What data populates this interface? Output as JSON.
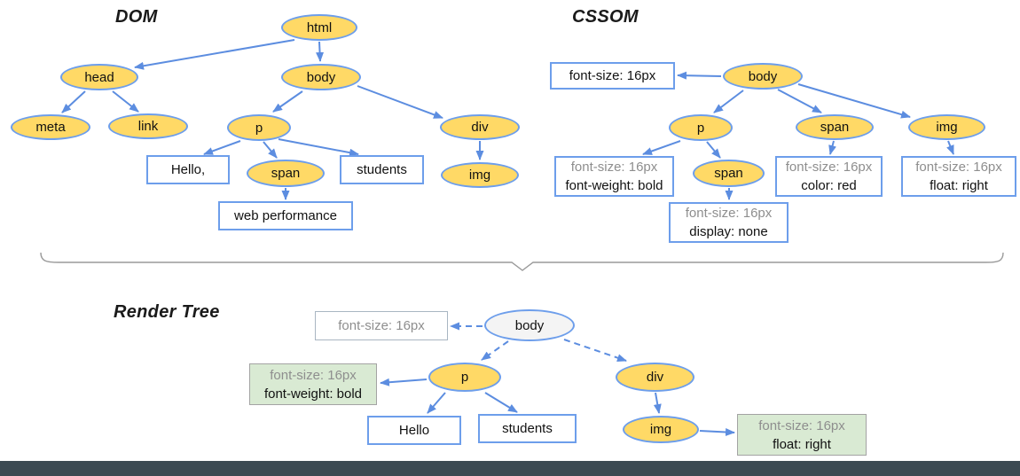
{
  "colors": {
    "node_fill": "#ffd966",
    "node_border": "#6d9eeb",
    "arrow_blue": "#5c8de0",
    "green_box_fill": "#d9ead3",
    "muted_text": "#8e8e8e",
    "footer_band": "#3c4a52"
  },
  "titles": {
    "dom": "DOM",
    "cssom": "CSSOM",
    "render_tree": "Render Tree"
  },
  "dom": {
    "nodes": {
      "html": "html",
      "head": "head",
      "body": "body",
      "meta": "meta",
      "link": "link",
      "p": "p",
      "div": "div",
      "span": "span",
      "img": "img"
    },
    "text_nodes": {
      "hello": "Hello,",
      "students": "students",
      "web_performance": "web performance"
    }
  },
  "cssom": {
    "nodes": {
      "body": "body",
      "p": "p",
      "span": "span",
      "span_child": "span",
      "img": "img"
    },
    "style_boxes": {
      "body": [
        "font-size: 16px"
      ],
      "p": [
        "font-size: 16px",
        "font-weight: bold"
      ],
      "span": [
        "font-size: 16px",
        "color: red"
      ],
      "img": [
        "font-size: 16px",
        "float: right"
      ],
      "span_child": [
        "font-size: 16px",
        "display: none"
      ]
    }
  },
  "render_tree": {
    "nodes": {
      "body": "body",
      "p": "p",
      "div": "div",
      "img": "img"
    },
    "style_boxes": {
      "body": [
        "font-size: 16px"
      ],
      "p": [
        "font-size: 16px",
        "font-weight: bold"
      ],
      "img": [
        "font-size: 16px",
        "float: right"
      ]
    },
    "text_nodes": {
      "hello": "Hello",
      "students": "students"
    }
  }
}
